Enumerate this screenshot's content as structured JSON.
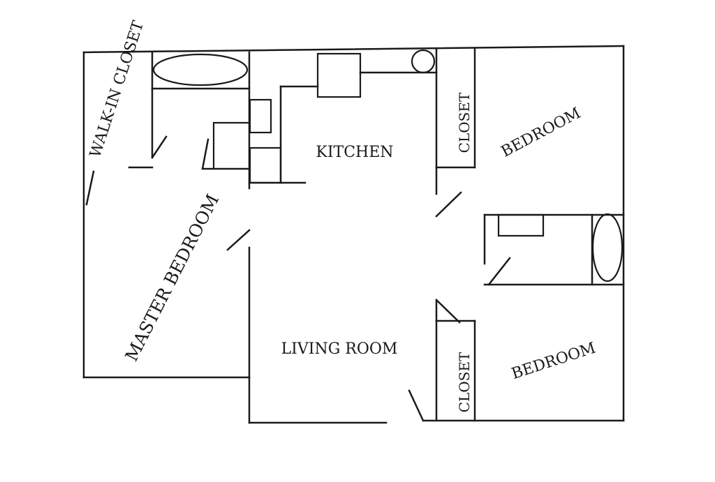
{
  "labels": {
    "walk_in_closet": "WALK-IN CLOSET",
    "master_bedroom": "MASTER BEDROOM",
    "kitchen": "KITCHEN",
    "closet_top": "CLOSET",
    "bedroom_top": "BEDROOM",
    "living_room": "LIVING ROOM",
    "closet_bottom": "CLOSET",
    "bedroom_bottom": "BEDROOM"
  }
}
